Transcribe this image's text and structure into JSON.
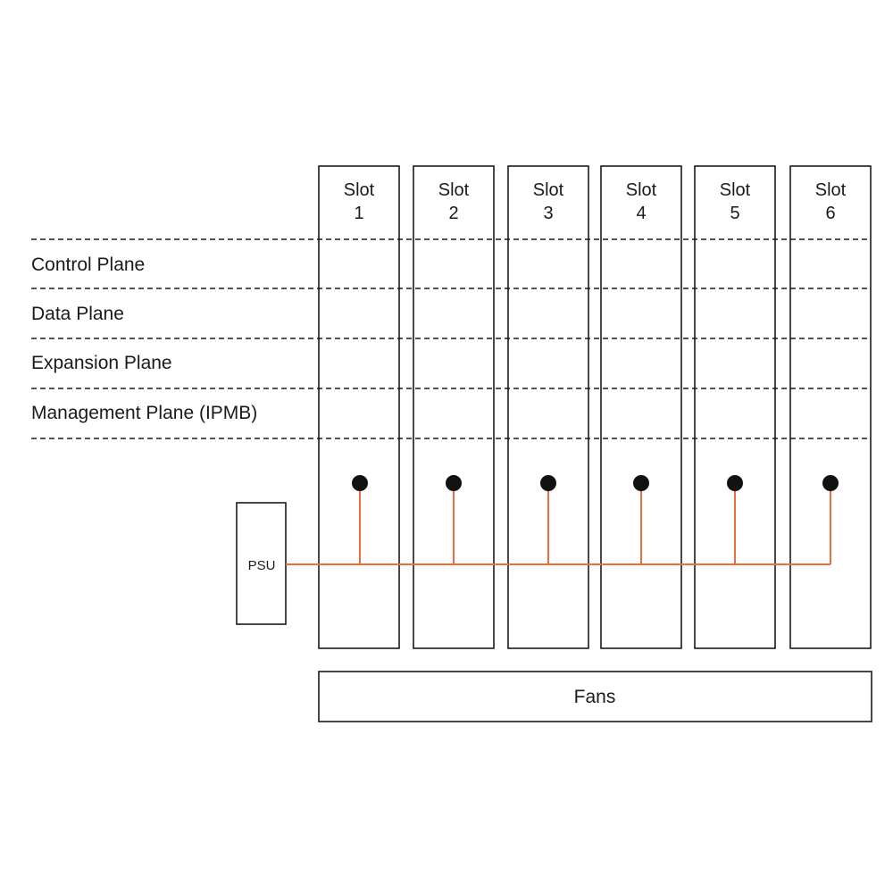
{
  "slots": [
    {
      "word": "Slot",
      "number": "1"
    },
    {
      "word": "Slot",
      "number": "2"
    },
    {
      "word": "Slot",
      "number": "3"
    },
    {
      "word": "Slot",
      "number": "4"
    },
    {
      "word": "Slot",
      "number": "5"
    },
    {
      "word": "Slot",
      "number": "6"
    }
  ],
  "planes": [
    {
      "label": "Control Plane"
    },
    {
      "label": "Data Plane"
    },
    {
      "label": "Expansion Plane"
    },
    {
      "label": "Management Plane (IPMB)"
    }
  ],
  "psu": {
    "label": "PSU"
  },
  "fans": {
    "label": "Fans"
  },
  "colors": {
    "power_bus": "#e8703a",
    "outline": "#1a1a1a",
    "connector": "#111111"
  }
}
